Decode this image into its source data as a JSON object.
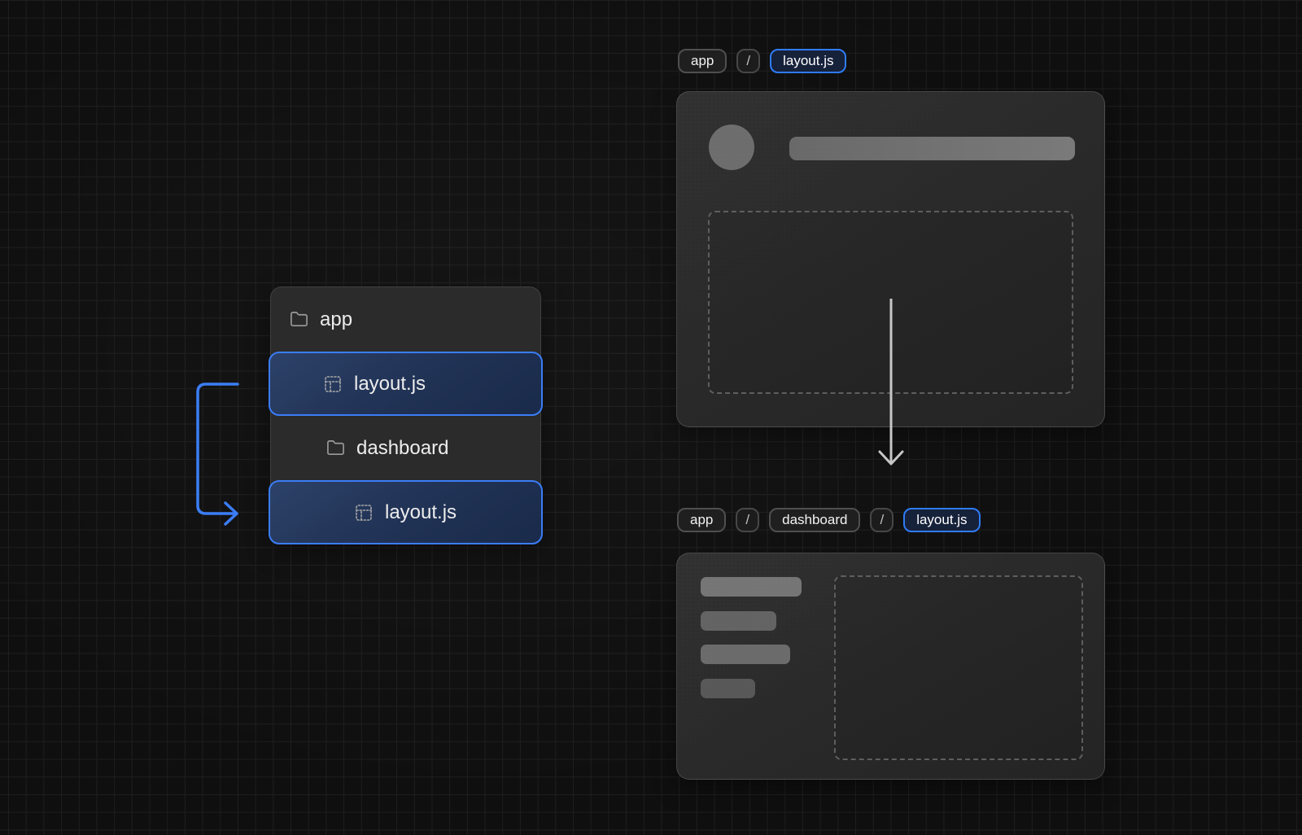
{
  "page": {
    "title": "Nested layouts file-tree diagram"
  },
  "colors": {
    "background": "#0f0f0f",
    "grid_line": "#1e1e1e",
    "card_background": "#2b2b2b",
    "accent_blue": "#3b7df6",
    "highlight_background": "#223457",
    "chip_border": "#4f4f4f",
    "text_primary": "#ededed",
    "skeleton_gray": "#6f6f6f",
    "arrow_gray": "#c7c7c7"
  },
  "file_tree": {
    "items": [
      {
        "label": "app",
        "icon": "folder-icon",
        "indent": 0,
        "highlighted": false
      },
      {
        "label": "layout.js",
        "icon": "layout-icon",
        "indent": 1,
        "highlighted": true
      },
      {
        "label": "dashboard",
        "icon": "folder-icon",
        "indent": 1,
        "highlighted": false
      },
      {
        "label": "layout.js",
        "icon": "layout-icon",
        "indent": 2,
        "highlighted": true
      }
    ]
  },
  "breadcrumbs": {
    "top": {
      "segments": [
        {
          "label": "app",
          "active": false,
          "separator": false
        },
        {
          "label": "/",
          "active": false,
          "separator": true
        },
        {
          "label": "layout.js",
          "active": true,
          "separator": false
        }
      ]
    },
    "bottom": {
      "segments": [
        {
          "label": "app",
          "active": false,
          "separator": false
        },
        {
          "label": "/",
          "active": false,
          "separator": true
        },
        {
          "label": "dashboard",
          "active": false,
          "separator": false
        },
        {
          "label": "/",
          "active": false,
          "separator": true
        },
        {
          "label": "layout.js",
          "active": true,
          "separator": false
        }
      ]
    }
  },
  "mockups": {
    "root_layout": {
      "placeholders": [
        "avatar-circle",
        "header-bar",
        "content-slot"
      ]
    },
    "dashboard_layout": {
      "placeholders": [
        "nav-bar",
        "nav-bar",
        "nav-bar",
        "nav-bar",
        "content-slot"
      ]
    }
  },
  "arrows": {
    "blue_connector": "root layout.js to nested layout.js",
    "down_arrow": "root layout renders nested layout"
  }
}
